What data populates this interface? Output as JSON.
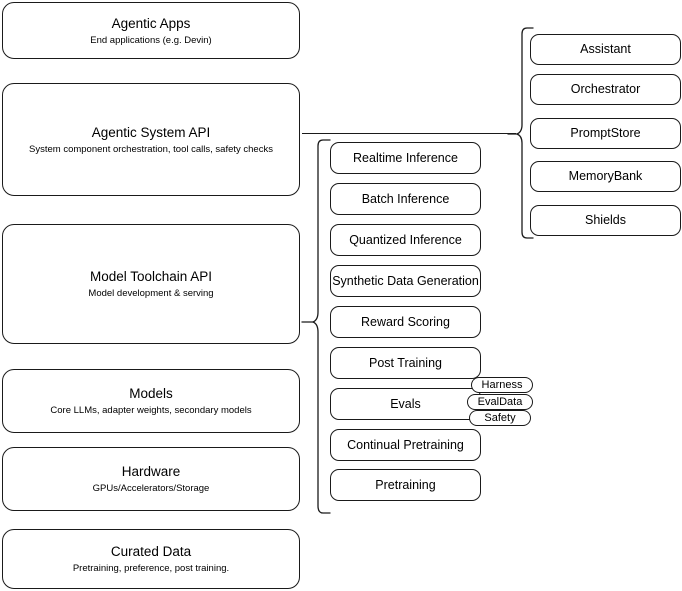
{
  "diagram": {
    "title": "AI Stack Layered Architecture",
    "stroke_color": "#1a1a1a",
    "background_color": "#ffffff"
  },
  "layers": [
    {
      "id": "agentic-apps",
      "title": "Agentic Apps",
      "subtitle": "End applications (e.g. Devin)"
    },
    {
      "id": "agentic-system-api",
      "title": "Agentic System API",
      "subtitle": "System component orchestration, tool calls, safety checks"
    },
    {
      "id": "model-toolchain-api",
      "title": "Model Toolchain API",
      "subtitle": "Model development & serving"
    },
    {
      "id": "models",
      "title": "Models",
      "subtitle": "Core LLMs, adapter weights, secondary models"
    },
    {
      "id": "hardware",
      "title": "Hardware",
      "subtitle": "GPUs/Accelerators/Storage"
    },
    {
      "id": "curated-data",
      "title": "Curated Data",
      "subtitle": "Pretraining, preference, post training."
    }
  ],
  "toolchain_components": [
    {
      "id": "realtime-inference",
      "label": "Realtime Inference"
    },
    {
      "id": "batch-inference",
      "label": "Batch Inference"
    },
    {
      "id": "quantized-inference",
      "label": "Quantized Inference"
    },
    {
      "id": "synthetic-data-generation",
      "label": "Synthetic Data Generation"
    },
    {
      "id": "reward-scoring",
      "label": "Reward Scoring"
    },
    {
      "id": "post-training",
      "label": "Post Training"
    },
    {
      "id": "evals",
      "label": "Evals"
    },
    {
      "id": "continual-pretraining",
      "label": "Continual Pretraining"
    },
    {
      "id": "pretraining",
      "label": "Pretraining"
    }
  ],
  "evals_badges": [
    {
      "id": "harness",
      "label": "Harness"
    },
    {
      "id": "evaldata",
      "label": "EvalData"
    },
    {
      "id": "safety",
      "label": "Safety"
    }
  ],
  "agentic_components": [
    {
      "id": "assistant",
      "label": "Assistant"
    },
    {
      "id": "orchestrator",
      "label": "Orchestrator"
    },
    {
      "id": "promptstore",
      "label": "PromptStore"
    },
    {
      "id": "memorybank",
      "label": "MemoryBank"
    },
    {
      "id": "shields",
      "label": "Shields"
    }
  ]
}
